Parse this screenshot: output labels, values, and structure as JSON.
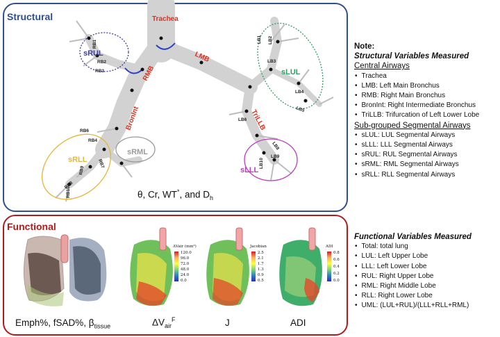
{
  "structural": {
    "title": "Structural",
    "labels": {
      "trachea": "Trachea",
      "rmb": "RMB",
      "lmb": "LMB",
      "bronint": "BronInt",
      "trillb": "TriLLB",
      "srul": "sRUL",
      "slul": "sLUL",
      "srll": "sRLL",
      "sllL": "sLLL",
      "srml": "sRML",
      "rb1": "RB1",
      "rb2": "RB2",
      "rb3": "RB3",
      "rb4": "RB4",
      "rb6": "RB6",
      "rb7": "RB7",
      "rb8": "RB8",
      "rb9": "RB9",
      "rb10": "RB10",
      "lb1": "LB1",
      "lb2": "LB2",
      "lb3": "LB3",
      "lb4": "LB4",
      "lb5": "LB5",
      "lb6": "LB6",
      "lb8": "LB8",
      "lb9": "LB9",
      "lb10": "LB10"
    },
    "caption": {
      "main": "θ, Cr, WT",
      "sup": "*",
      "mid": ", and D",
      "sub": "h"
    }
  },
  "functional": {
    "title": "Functional",
    "captions": {
      "c1_main": "Emph%, fSAD%, β",
      "c1_sub": "tissue",
      "c2_main": "ΔV",
      "c2_sub": "air",
      "c2_sup": "F",
      "c3": "J",
      "c4": "ADI"
    },
    "colorbars": [
      {
        "title": "ΔVair (mm³)",
        "ticks": [
          "120.0",
          "96.0",
          "72.0",
          "48.0",
          "24.0",
          "0.0"
        ]
      },
      {
        "title": "Jacobian",
        "ticks": [
          "2.5",
          "2.1",
          "1.7",
          "1.3",
          "0.9",
          "0.5"
        ]
      },
      {
        "title": "ADI",
        "ticks": [
          "0.8",
          "0.6",
          "0.4",
          "0.2",
          "0.0"
        ]
      }
    ]
  },
  "note": {
    "heading": "Note:",
    "structural_heading": "Structural Variables Measured",
    "central_heading": "Central Airways",
    "central_items": [
      "Trachea",
      "LMB: Left Main Bronchus",
      "RMB: Right Main Bronchus",
      "BronInt: Right Intermediate Bronchus",
      "TriLLB: Trifurcation of Left Lower Lobe"
    ],
    "segmental_heading": "Sub-grouped Segmental Airways",
    "segmental_items": [
      "sLUL: LUL Segmental Airways",
      "sLLL: LLL Segmental Airways",
      "sRUL: RUL Segmental Airways",
      "sRML: RML Segmental Airways",
      "sRLL:  RLL Segmental Airways"
    ],
    "functional_heading": "Functional Variables Measured",
    "functional_items": [
      "Total: total lung",
      "LUL: Left Upper Lobe",
      "LLL: Left Lower Lobe",
      "RUL: Right Upper Lobe",
      "RML: Right Middle Lobe",
      "RLL: Right Lower Lobe",
      "UML: (LUL+RUL)/(LLL+RLL+RML)"
    ]
  },
  "colors": {
    "structural_border": "#2f4f8f",
    "functional_border": "#b01c1c",
    "label_red": "#e0301e",
    "slul": "#2e9e63",
    "srul": "#3a3aa8",
    "srll": "#e2b73a",
    "slll": "#c03ac0",
    "srml": "#9a9a9a"
  }
}
